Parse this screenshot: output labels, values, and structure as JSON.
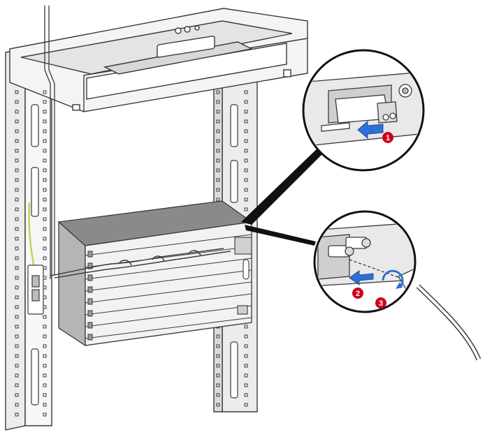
{
  "diagram": {
    "steps": [
      {
        "label": "1",
        "action": "insert-optical-module"
      },
      {
        "label": "2",
        "action": "insert-coaxial-connector"
      },
      {
        "label": "3",
        "action": "rotate-lock-connector"
      }
    ],
    "colors": {
      "line": "#3a3a3a",
      "rack_fill": "#ececec",
      "chassis_top": "#8a8a8a",
      "chassis_front": "#f2f2f2",
      "marker": "#d0021b",
      "arrow": "#2f6fd6",
      "zoom_pointer": "#111111",
      "ground_cable": "#c8cf5a"
    }
  }
}
